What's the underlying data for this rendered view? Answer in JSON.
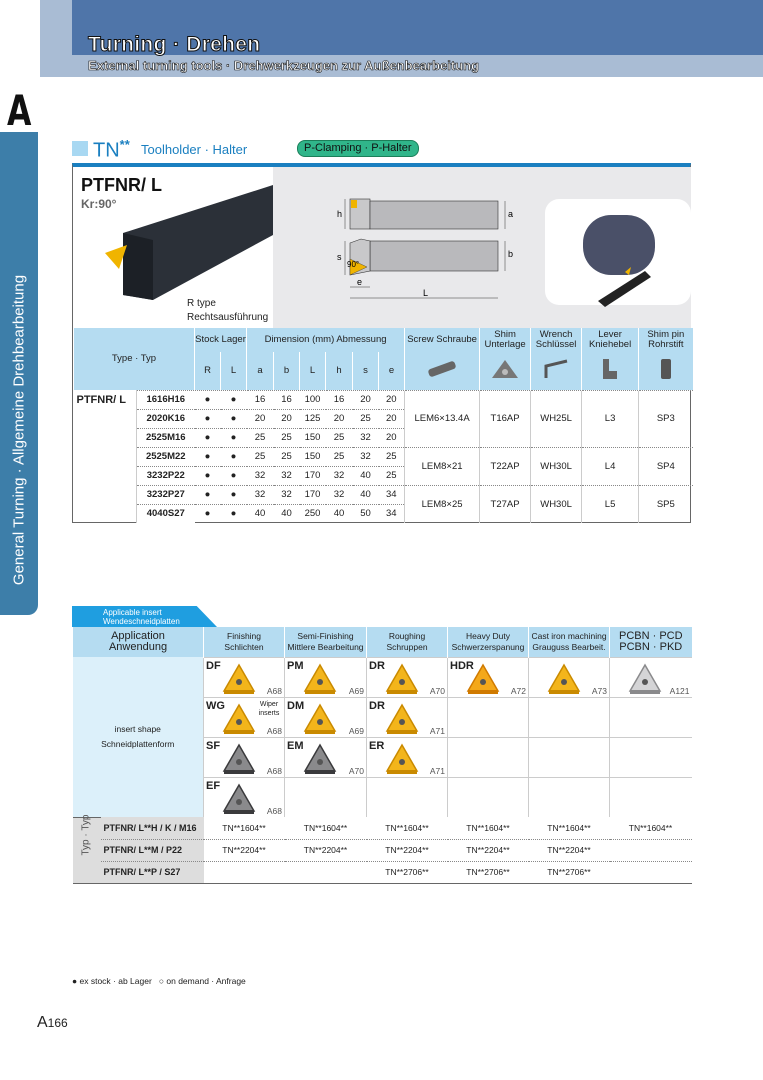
{
  "header": {
    "title": "Turning · Drehen",
    "subtitle": "External turning tools · Drehwerkzeugen zur Außenbearbeitung"
  },
  "chapter_letter": "A",
  "side_tab": "General Turning · Allgemeine Drehbearbeitung",
  "section": {
    "code": "TN",
    "code_sup": "**",
    "title": "Toolholder · Halter",
    "badge": "P-Clamping · P-Halter"
  },
  "product": {
    "model": "PTFNR/ L",
    "kr": "Kr:90°",
    "rtype_1": "R type",
    "rtype_2": "Rechtsausführung",
    "diagram_labels": {
      "h": "h",
      "a": "a",
      "s": "s",
      "b": "b",
      "e": "e",
      "L": "L",
      "angle": "90°"
    }
  },
  "spec_table": {
    "header": {
      "type": "Type · Typ",
      "stock": "Stock Lager",
      "dimension": "Dimension (mm) Abmessung",
      "screw": "Screw Schraube",
      "shim": "Shim Unterlage",
      "wrench": "Wrench Schlüssel",
      "lever": "Lever Kniehebel",
      "shimpin": "Shim pin Rohrstift",
      "sub": [
        "R",
        "L",
        "a",
        "b",
        "L",
        "h",
        "s",
        "e"
      ]
    },
    "type_name": "PTFNR/ L",
    "rows": [
      {
        "code": "1616H16",
        "R": "●",
        "L": "●",
        "a": "16",
        "b": "16",
        "Len": "100",
        "h": "16",
        "s": "20",
        "e": "20"
      },
      {
        "code": "2020K16",
        "R": "●",
        "L": "●",
        "a": "20",
        "b": "20",
        "Len": "125",
        "h": "20",
        "s": "25",
        "e": "20"
      },
      {
        "code": "2525M16",
        "R": "●",
        "L": "●",
        "a": "25",
        "b": "25",
        "Len": "150",
        "h": "25",
        "s": "32",
        "e": "20"
      },
      {
        "code": "2525M22",
        "R": "●",
        "L": "●",
        "a": "25",
        "b": "25",
        "Len": "150",
        "h": "25",
        "s": "32",
        "e": "25"
      },
      {
        "code": "3232P22",
        "R": "●",
        "L": "●",
        "a": "32",
        "b": "32",
        "Len": "170",
        "h": "32",
        "s": "40",
        "e": "25"
      },
      {
        "code": "3232P27",
        "R": "●",
        "L": "●",
        "a": "32",
        "b": "32",
        "Len": "170",
        "h": "32",
        "s": "40",
        "e": "34"
      },
      {
        "code": "4040S27",
        "R": "●",
        "L": "●",
        "a": "40",
        "b": "40",
        "Len": "250",
        "h": "40",
        "s": "50",
        "e": "34"
      }
    ],
    "parts": [
      {
        "screw": "LEM6×13.4A",
        "shim": "T16AP",
        "wrench": "WH25L",
        "lever": "L3",
        "pin": "SP3"
      },
      {
        "screw": "LEM8×21",
        "shim": "T22AP",
        "wrench": "WH30L",
        "lever": "L4",
        "pin": "SP4"
      },
      {
        "screw": "LEM8×25",
        "shim": "T27AP",
        "wrench": "WH30L",
        "lever": "L5",
        "pin": "SP5"
      }
    ]
  },
  "inserts": {
    "tab": [
      "Applicable insert",
      "Wendeschneidplatten"
    ],
    "app": [
      "Application",
      "Anwendung"
    ],
    "shape": [
      "insert shape",
      "Schneidplattenform"
    ],
    "columns": [
      [
        "Finishing",
        "Schlichten"
      ],
      [
        "Semi-Finishing",
        "Mittlere Bearbeitung"
      ],
      [
        "Roughing",
        "Schruppen"
      ],
      [
        "Heavy Duty",
        "Schwerzerspanung"
      ],
      [
        "Cast iron machining",
        "Grauguss Bearbeit."
      ],
      [
        "PCBN · PCD",
        "PCBN · PKD"
      ]
    ],
    "grid": [
      [
        {
          "c": "DF",
          "p": "A68",
          "k": "gold"
        },
        {
          "c": "PM",
          "p": "A69",
          "k": "gold"
        },
        {
          "c": "DR",
          "p": "A70",
          "k": "gold"
        },
        {
          "c": "HDR",
          "p": "A72",
          "k": "orange"
        },
        {
          "c": "",
          "p": "A73",
          "k": "gold"
        },
        {
          "c": "",
          "p": "A121",
          "k": "silver"
        }
      ],
      [
        {
          "c": "WG",
          "p": "A68",
          "k": "gold",
          "w": "Wiper inserts"
        },
        {
          "c": "DM",
          "p": "A69",
          "k": "gold"
        },
        {
          "c": "DR",
          "p": "A71",
          "k": "gold"
        },
        null,
        null,
        null
      ],
      [
        {
          "c": "SF",
          "p": "A68",
          "k": "grey"
        },
        {
          "c": "EM",
          "p": "A70",
          "k": "grey"
        },
        {
          "c": "ER",
          "p": "A71",
          "k": "gold"
        },
        null,
        null,
        null
      ],
      [
        {
          "c": "EF",
          "p": "A68",
          "k": "grey"
        },
        null,
        null,
        null,
        null,
        null
      ]
    ],
    "typ_label": "Typ · Typ",
    "types": [
      {
        "name": "PTFNR/ L**H / K / M16",
        "v": [
          "TN**1604**",
          "TN**1604**",
          "TN**1604**",
          "TN**1604**",
          "TN**1604**",
          "TN**1604**"
        ]
      },
      {
        "name": "PTFNR/ L**M / P22",
        "v": [
          "TN**2204**",
          "TN**2204**",
          "TN**2204**",
          "TN**2204**",
          "TN**2204**",
          ""
        ]
      },
      {
        "name": "PTFNR/ L**P / S27",
        "v": [
          "",
          "",
          "TN**2706**",
          "TN**2706**",
          "TN**2706**",
          ""
        ]
      }
    ]
  },
  "legend": {
    "stock": "ex stock · ab Lager",
    "demand": "on demand · Anfrage"
  },
  "page": {
    "prefix": "A",
    "number": "166"
  },
  "colors": {
    "header": "#4f75a9",
    "accent": "#1a7fc0",
    "table_header": "#b5dcf1",
    "badge": "#30b58a"
  }
}
